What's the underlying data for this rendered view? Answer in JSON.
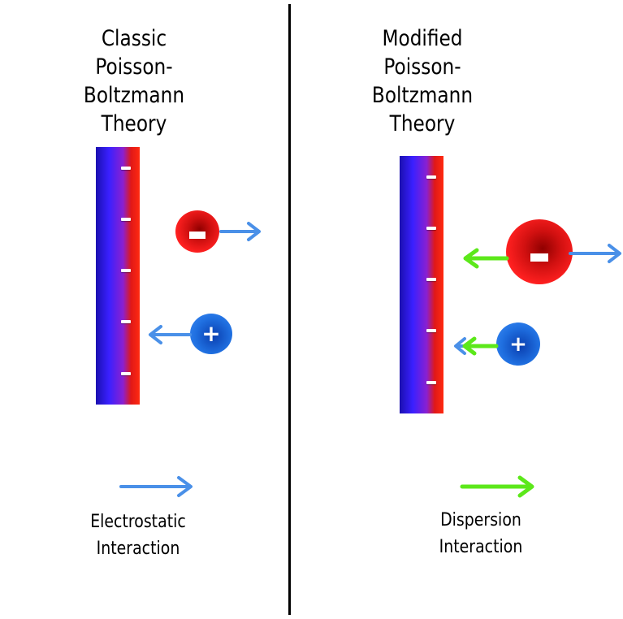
{
  "panels": {
    "left": {
      "title_line1": "Classic",
      "title_line2": "Poisson-Boltzmann",
      "title_line3": "Theory",
      "surface_charges": [
        "-",
        "-",
        "-",
        "-",
        "-"
      ],
      "anion_symbol": "−",
      "cation_symbol": "+",
      "legend_label_line1": "Electrostatic",
      "legend_label_line2": "Interaction"
    },
    "right": {
      "title_line1": "Modified",
      "title_line2": "Poisson-Boltzmann",
      "title_line3": "Theory",
      "surface_charges": [
        "-",
        "-",
        "-",
        "-",
        "-"
      ],
      "anion_symbol": "−",
      "cation_symbol": "+",
      "legend_label_line1": "Dispersion",
      "legend_label_line2": "Interaction"
    }
  },
  "colors": {
    "electrostatic_arrow": "#4a90e8",
    "dispersion_arrow": "#5ce81a",
    "anion": "#ff2020",
    "cation": "#1f6fe0",
    "wall_left": "#1a0fb0",
    "wall_right": "#ff2a10"
  }
}
